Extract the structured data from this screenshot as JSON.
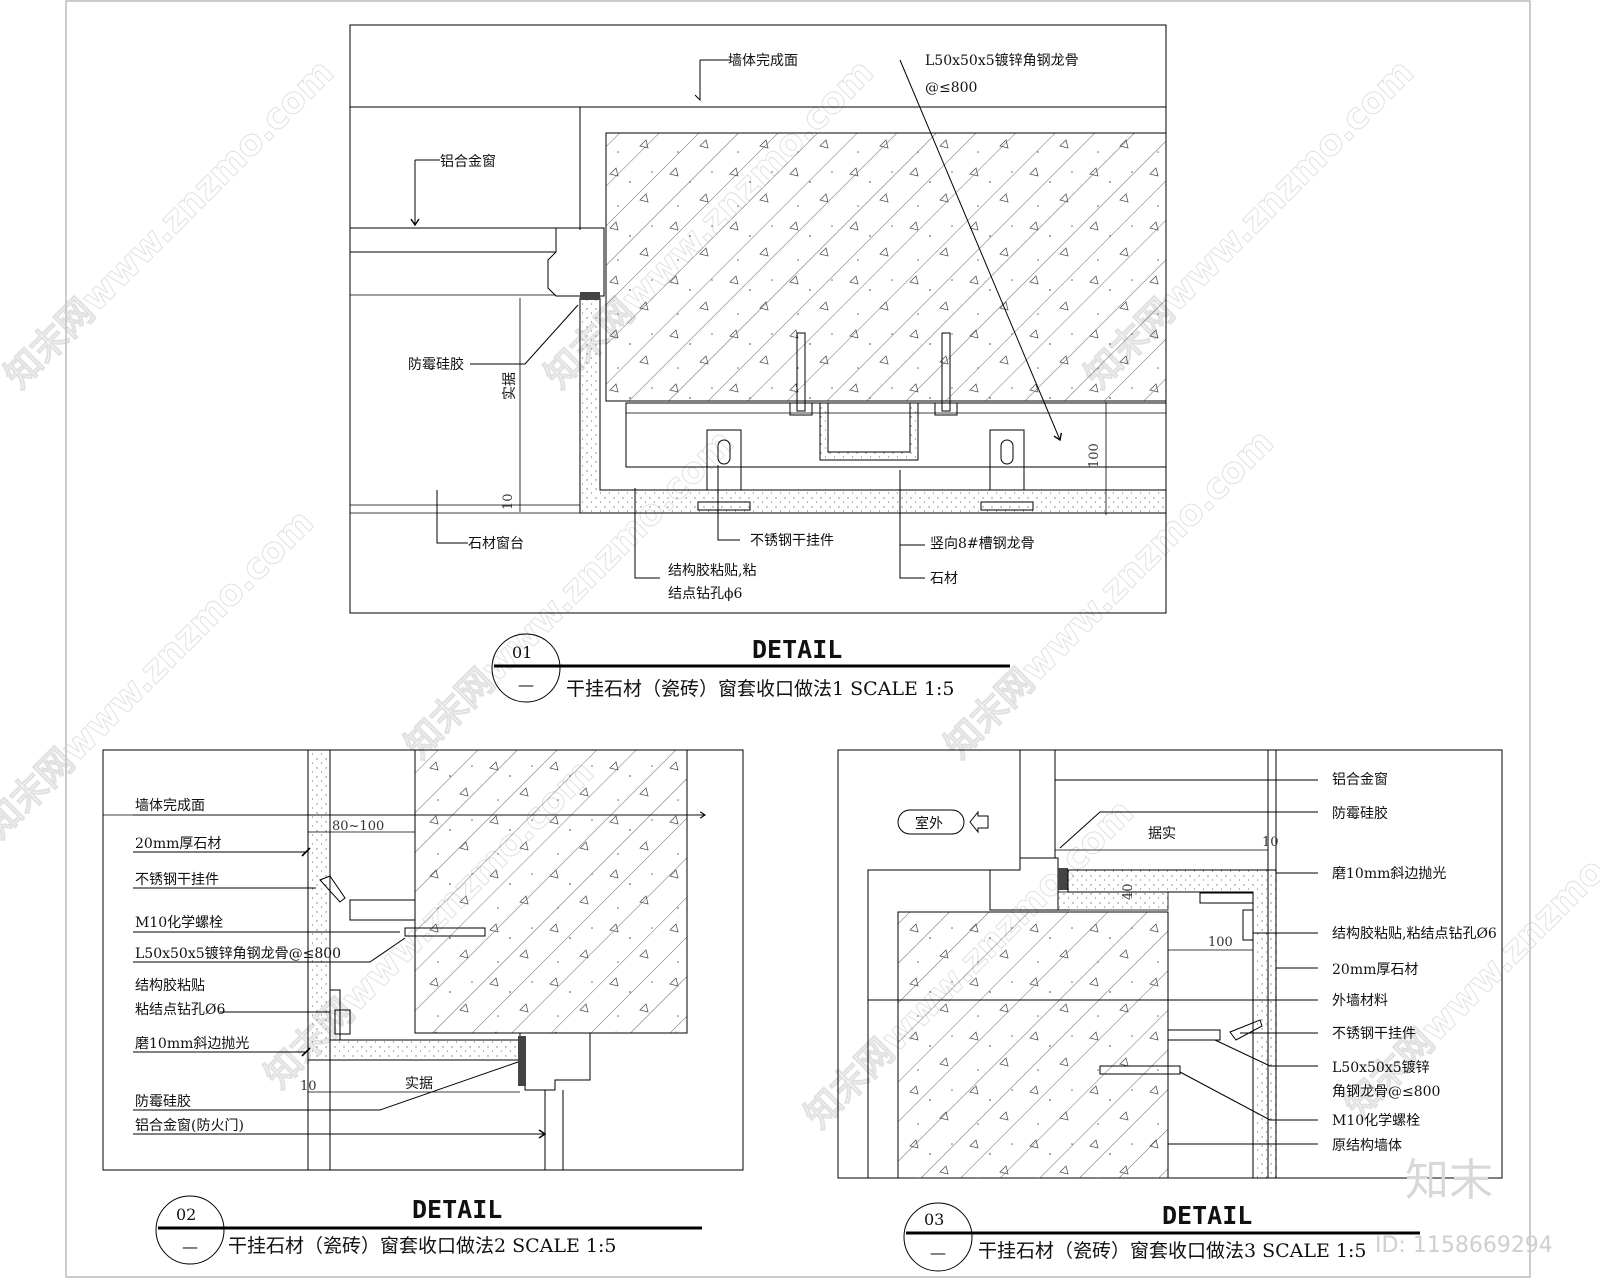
{
  "sheet": {
    "watermark_text": "知末网www.znzmo.com",
    "corner_logo": "知末",
    "corner_id": "ID: 1158669294"
  },
  "detail1": {
    "number": "01",
    "sub_number": "—",
    "heading": "DETAIL",
    "caption": "干挂石材（瓷砖）窗套收口做法1  SCALE 1:5",
    "labels": {
      "wall_finish": "墙体完成面",
      "angle_steel_1": "L50x50x5镀锌角钢龙骨",
      "angle_steel_2": "@≤800",
      "alu_window": "铝合金窗",
      "mildew_sealant": "防霉硅胶",
      "packed": "实据",
      "stone_sill": "石材窗台",
      "ss_hanger": "不锈钢干挂件",
      "glue_1": "结构胶粘贴,粘",
      "glue_2": "结点钻孔ϕ6",
      "channel_steel": "竖向8#槽钢龙骨",
      "stone": "石材"
    },
    "dims": {
      "d100": "100",
      "d10": "10"
    }
  },
  "detail2": {
    "number": "02",
    "sub_number": "—",
    "heading": "DETAIL",
    "caption": "干挂石材（瓷砖）窗套收口做法2  SCALE 1:5",
    "labels": {
      "wall_finish": "墙体完成面",
      "stone20": "20mm厚石材",
      "ss_hanger": "不锈钢干挂件",
      "bolt": "M10化学螺栓",
      "angle_steel": "L50x50x5镀锌角钢龙骨@≤800",
      "glue_1": "结构胶粘贴",
      "glue_2": "粘结点钻孔Ø6",
      "bevel": "磨10mm斜边抛光",
      "packed": "实据",
      "mildew_sealant": "防霉硅胶",
      "alu_window": "铝合金窗(防火门)"
    },
    "dims": {
      "d80": "80~100",
      "d10": "10"
    }
  },
  "detail3": {
    "number": "03",
    "sub_number": "—",
    "heading": "DETAIL",
    "caption": "干挂石材（瓷砖）窗套收口做法3  SCALE 1:5",
    "labels": {
      "outdoor": "室外",
      "packed": "据实",
      "alu_window": "铝合金窗",
      "mildew_sealant": "防霉硅胶",
      "bevel": "磨10mm斜边抛光",
      "glue": "结构胶粘贴,粘结点钻孔Ø6",
      "stone20": "20mm厚石材",
      "ext_wall": "外墙材料",
      "ss_hanger": "不锈钢干挂件",
      "angle_steel_1": "L50x50x5镀锌",
      "angle_steel_2": "角钢龙骨@≤800",
      "bolt": "M10化学螺栓",
      "orig_wall": "原结构墙体"
    },
    "dims": {
      "d10": "10",
      "d40": "40",
      "d100": "100"
    }
  }
}
